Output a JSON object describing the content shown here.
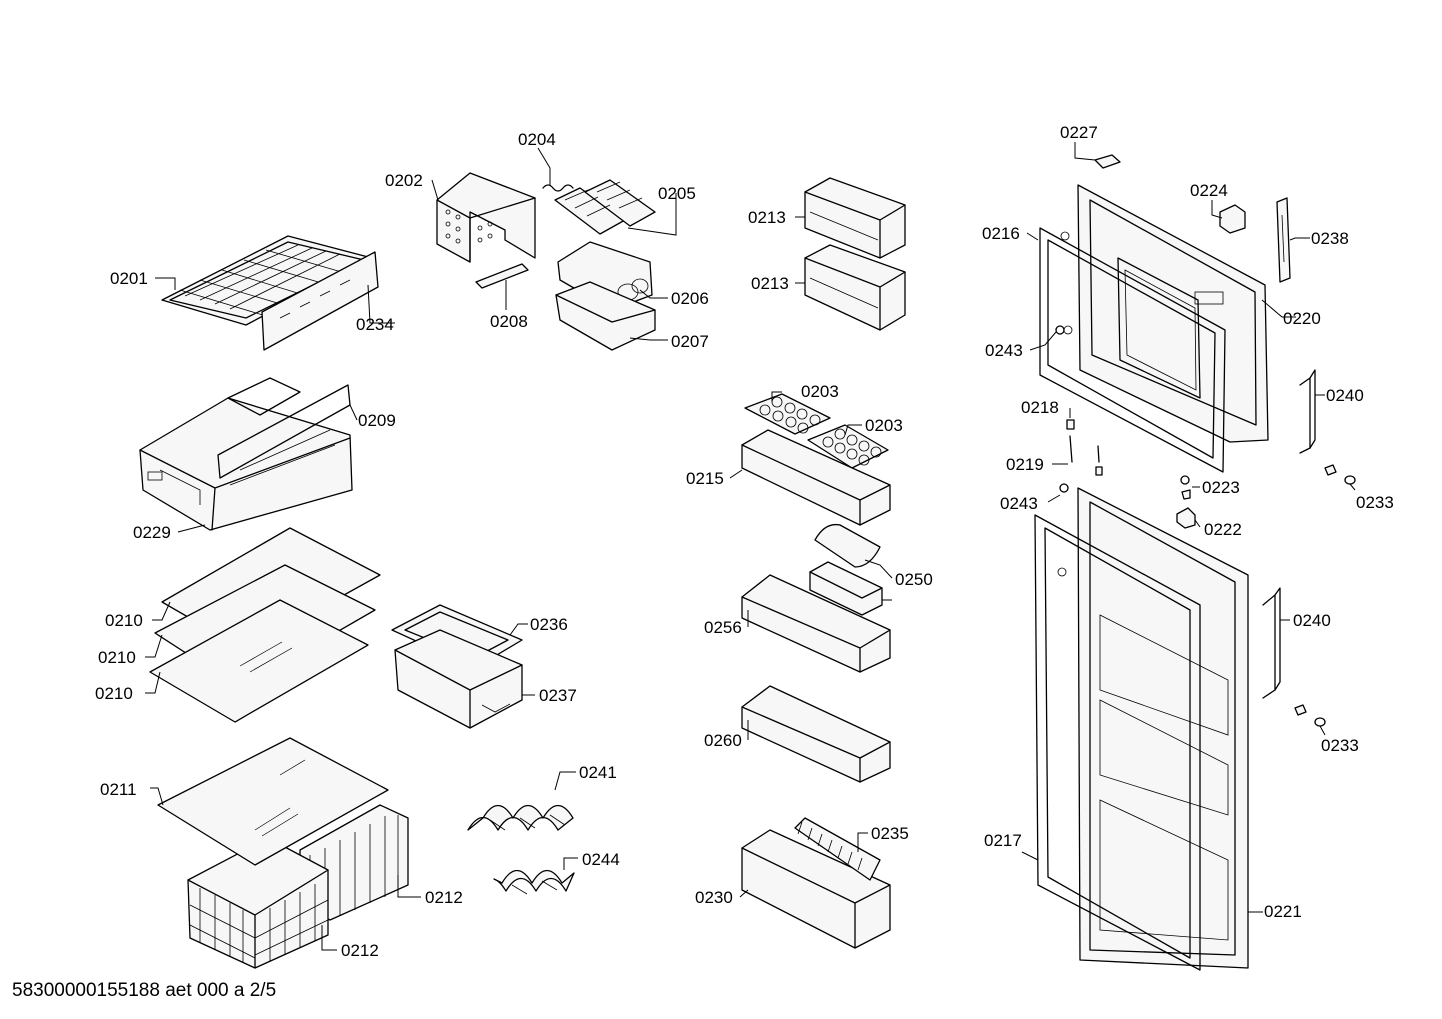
{
  "document": {
    "reference": "58300000155188 aet 000 a 2/5"
  },
  "labels": {
    "l0201": "0201",
    "l0202": "0202",
    "l0203a": "0203",
    "l0203b": "0203",
    "l0204": "0204",
    "l0205": "0205",
    "l0206": "0206",
    "l0207": "0207",
    "l0208": "0208",
    "l0209": "0209",
    "l0210a": "0210",
    "l0210b": "0210",
    "l0210c": "0210",
    "l0211": "0211",
    "l0212a": "0212",
    "l0212b": "0212",
    "l0213a": "0213",
    "l0213b": "0213",
    "l0215": "0215",
    "l0216": "0216",
    "l0217": "0217",
    "l0218": "0218",
    "l0219": "0219",
    "l0220": "0220",
    "l0221": "0221",
    "l0222": "0222",
    "l0223": "0223",
    "l0224": "0224",
    "l0227": "0227",
    "l0229": "0229",
    "l0230": "0230",
    "l0233a": "0233",
    "l0233b": "0233",
    "l0234": "0234",
    "l0235": "0235",
    "l0236": "0236",
    "l0237": "0237",
    "l0238": "0238",
    "l0240a": "0240",
    "l0240b": "0240",
    "l0241": "0241",
    "l0243a": "0243",
    "l0243b": "0243",
    "l0244": "0244",
    "l0250": "0250",
    "l0256": "0256",
    "l0260": "0260"
  }
}
